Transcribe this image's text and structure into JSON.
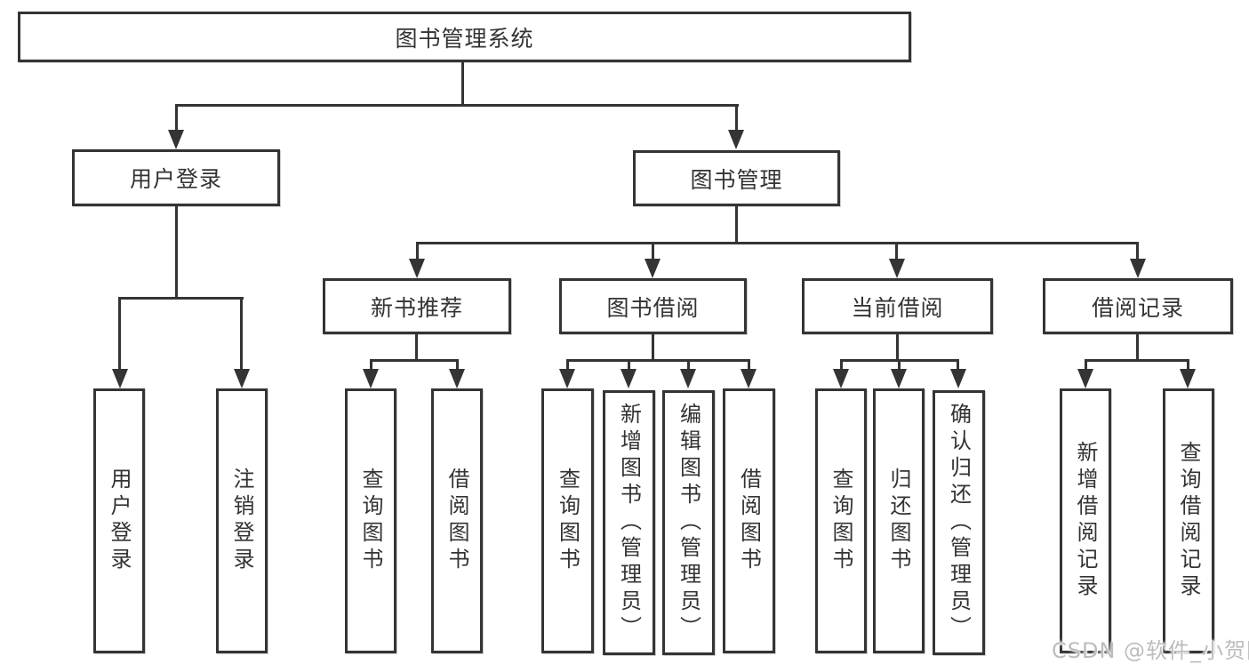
{
  "diagram": {
    "title": "图书管理系统",
    "root": {
      "label": "图书管理系统"
    },
    "level2": [
      {
        "label": "用户登录"
      },
      {
        "label": "图书管理"
      }
    ],
    "level3": [
      {
        "label": "新书推荐"
      },
      {
        "label": "图书借阅"
      },
      {
        "label": "当前借阅"
      },
      {
        "label": "借阅记录"
      }
    ],
    "leaves": [
      {
        "label": "用户登录"
      },
      {
        "label": "注销登录"
      },
      {
        "label": "查询图书"
      },
      {
        "label": "借阅图书"
      },
      {
        "label": "查询图书"
      },
      {
        "label": "新增图书（管理员）"
      },
      {
        "label": "编辑图书（管理员）"
      },
      {
        "label": "借阅图书"
      },
      {
        "label": "查询图书"
      },
      {
        "label": "归还图书"
      },
      {
        "label": "确认归还（管理员）"
      },
      {
        "label": "新增借阅记录"
      },
      {
        "label": "查询借阅记录"
      }
    ],
    "watermark": "CSDN @软件_小贺同学",
    "colors": {
      "line": "#343434",
      "text": "#333333",
      "background": "#ffffff",
      "watermark": "#bdbdbd"
    }
  }
}
